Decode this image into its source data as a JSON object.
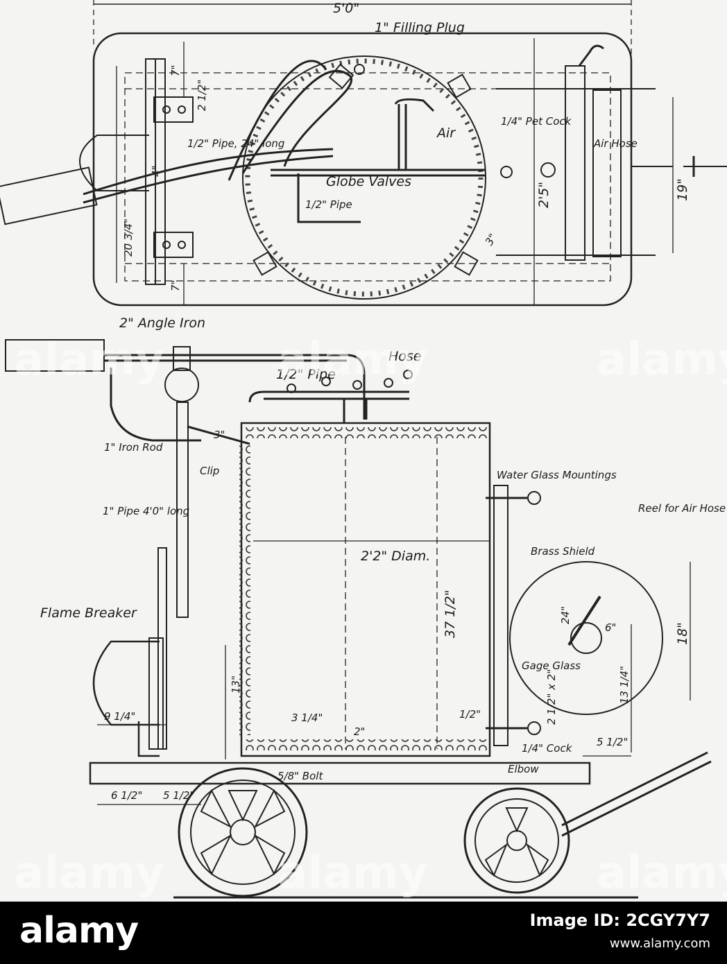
{
  "diagram": {
    "top_view_labels": {
      "overall_length": "5'0\"",
      "filling_plug": "1\" Filling Plug",
      "air": "Air",
      "pet_cock": "1/4\" Pet Cock",
      "air_hose": "Air Hose",
      "pipe_half_24": "1/2\" Pipe, 24\" long",
      "globe_valves": "Globe Valves",
      "half_pipe": "1/2\" Pipe",
      "width_20": "20 3/4\"",
      "dim_7_top": "7\"",
      "dim_7_bottom": "7\"",
      "dim_2_5": "2 1/2\"",
      "dim_4": "4\"",
      "dim_2_5_ft": "2'5\"",
      "dim_19": "19\"",
      "dim_3": "3\"",
      "angle_iron": "2\" Angle Iron"
    },
    "side_view_labels": {
      "half_pipe": "1/2\" Pipe",
      "hose": "Hose",
      "dim_3": "3\"",
      "iron_rod": "1\" Iron Rod",
      "clip": "Clip",
      "pipe_1_4ft": "1\" Pipe 4'0\" long",
      "water_glass": "Water Glass Mountings",
      "reel": "Reel for Air Hose",
      "diameter": "2'2\" Diam.",
      "brass_shield": "Brass Shield",
      "height_37": "37 1/2\"",
      "dim_24": "24\"",
      "dim_6": "6\"",
      "dim_18": "18\"",
      "flame_breaker": "Flame Breaker",
      "dim_13": "13\"",
      "gage_glass": "Gage Glass",
      "gage_dim": "2 1/2\" x 2\"",
      "dim_13_25": "13 1/4\"",
      "dim_9_25": "9 1/4\"",
      "dim_3_25": "3 1/4\"",
      "dim_2": "2\"",
      "dim_half": "1/2\"",
      "cock": "1/4\" Cock",
      "dim_5_5_right": "5 1/2\"",
      "bolt": "5/8\" Bolt",
      "elbow": "Elbow",
      "dim_6_5": "6 1/2\"",
      "dim_5_5_left": "5 1/2\""
    },
    "watermark_text": "alamy"
  },
  "footer": {
    "logo": "alamy",
    "image_id_label": "Image ID: 2CGY7Y7",
    "site": "www.alamy.com"
  }
}
